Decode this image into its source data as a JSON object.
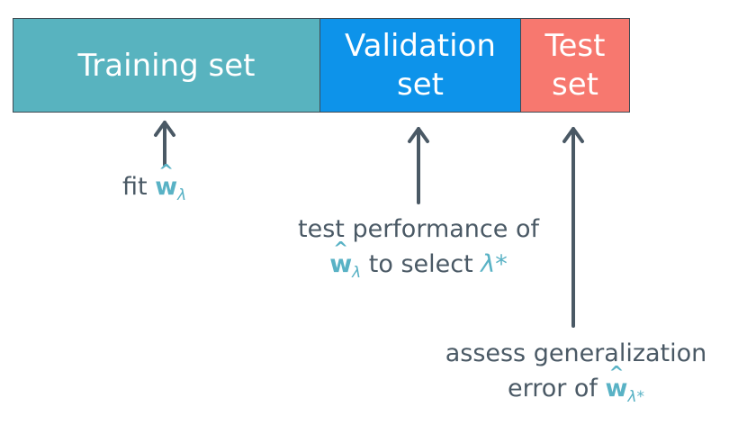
{
  "segments": {
    "training": {
      "label": "Training set",
      "color": "#58b3bf"
    },
    "validation": {
      "label": "Validation\nset",
      "color": "#0d93ea"
    },
    "test": {
      "label": "Test\nset",
      "color": "#f7786f"
    }
  },
  "annotations": {
    "fit": {
      "prefix": "fit ",
      "symbol": "w",
      "subscript": "λ"
    },
    "validation": {
      "line1": "test performance of",
      "symbol": "w",
      "subscript": "λ",
      "middle": " to select ",
      "lambda_star": "λ*"
    },
    "test": {
      "line1": "assess generalization",
      "prefix": "error of ",
      "symbol": "w",
      "subscript": "λ*"
    }
  },
  "colors": {
    "arrow": "#4a5965",
    "accent": "#59b2c5",
    "text": "#4a5965"
  },
  "icons": [
    "up-arrow-icon",
    "up-arrow-icon",
    "up-arrow-icon"
  ]
}
